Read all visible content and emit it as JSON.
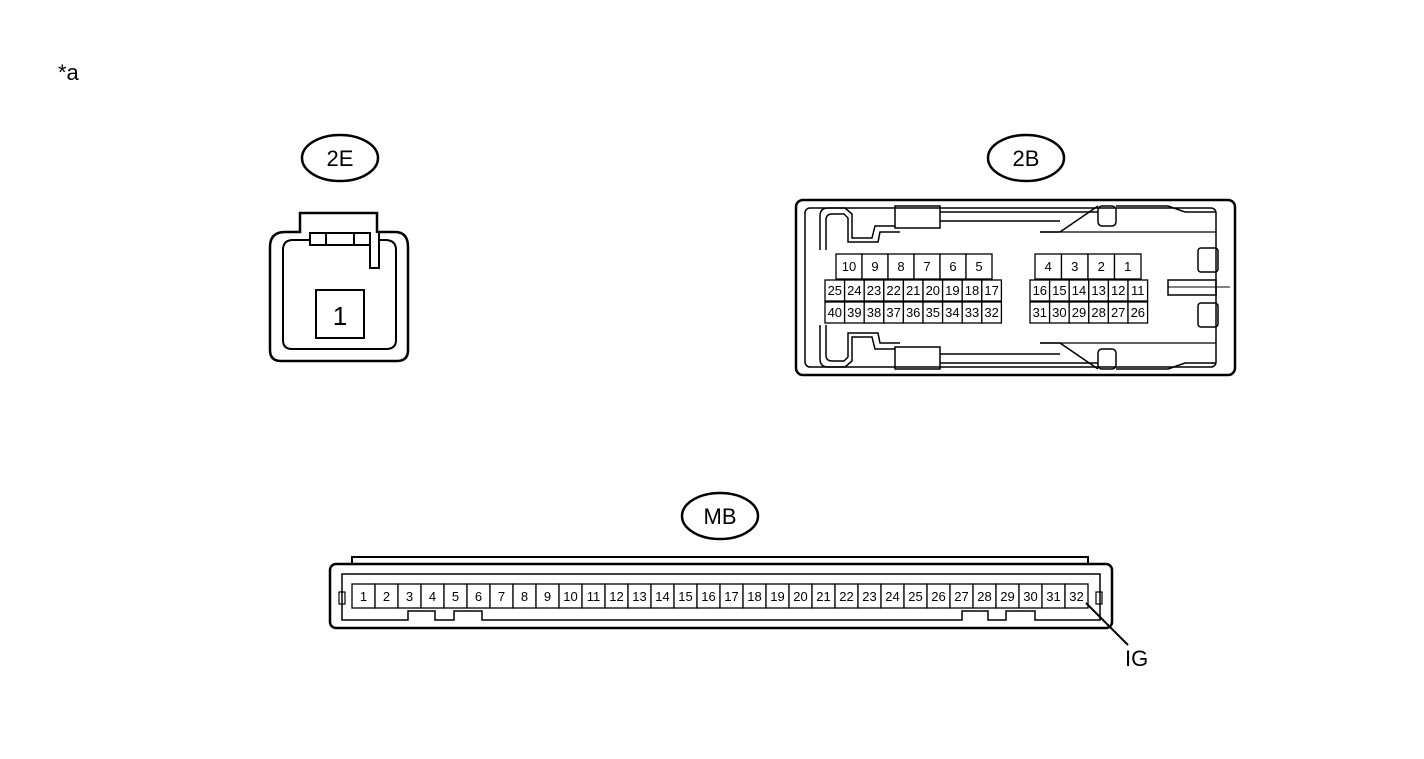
{
  "note_label": "*a",
  "connectors": {
    "c2e": {
      "label": "2E",
      "pins": [
        "1"
      ]
    },
    "c2b": {
      "label": "2B",
      "left_rows": [
        [
          "10",
          "9",
          "8",
          "7",
          "6",
          "5"
        ],
        [
          "25",
          "24",
          "23",
          "22",
          "21",
          "20",
          "19",
          "18",
          "17"
        ],
        [
          "40",
          "39",
          "38",
          "37",
          "36",
          "35",
          "34",
          "33",
          "32"
        ]
      ],
      "right_rows": [
        [
          "4",
          "3",
          "2",
          "1"
        ],
        [
          "16",
          "15",
          "14",
          "13",
          "12",
          "11"
        ],
        [
          "31",
          "30",
          "29",
          "28",
          "27",
          "26"
        ]
      ]
    },
    "mb": {
      "label": "MB",
      "pins": [
        "1",
        "2",
        "3",
        "4",
        "5",
        "6",
        "7",
        "8",
        "9",
        "10",
        "11",
        "12",
        "13",
        "14",
        "15",
        "16",
        "17",
        "18",
        "19",
        "20",
        "21",
        "22",
        "23",
        "24",
        "25",
        "26",
        "27",
        "28",
        "29",
        "30",
        "31",
        "32"
      ],
      "callout": "IG"
    }
  }
}
